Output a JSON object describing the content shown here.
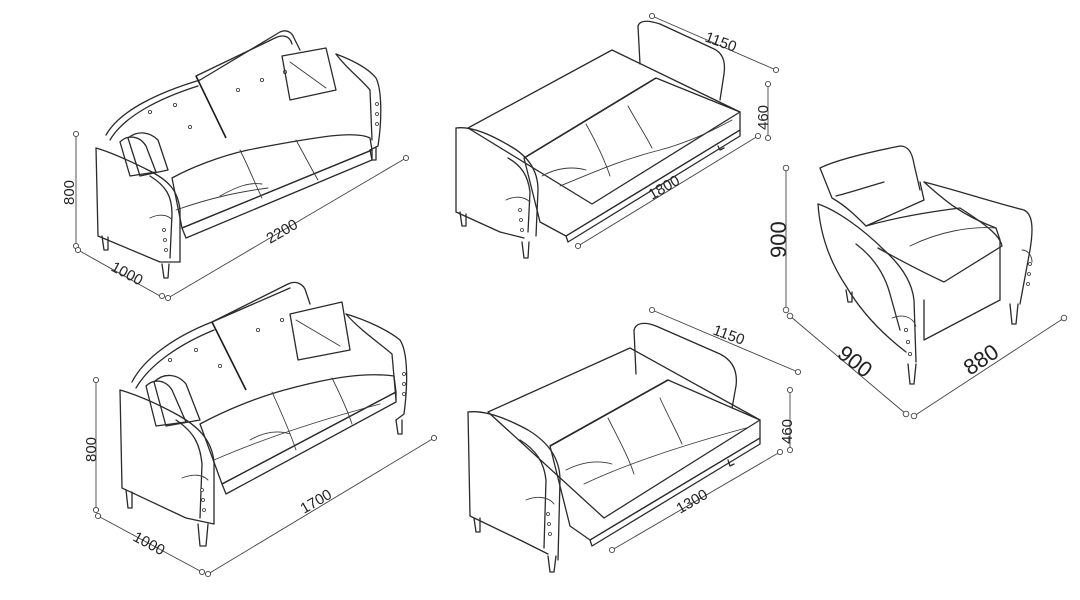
{
  "dimensions": {
    "sofa3": {
      "length": "2200",
      "depth": "1000",
      "height": "800"
    },
    "bed3": {
      "bed_length": "1800",
      "bed_width": "1150",
      "bed_height": "460"
    },
    "armchair": {
      "height": "900",
      "depth": "900",
      "width": "880"
    },
    "sofa2": {
      "length": "1700",
      "depth": "1000",
      "height": "800"
    },
    "bed2": {
      "bed_length": "1300",
      "bed_width": "1150",
      "bed_height": "460"
    }
  },
  "colors": {
    "line": "#2a2a2a",
    "background": "#ffffff"
  }
}
